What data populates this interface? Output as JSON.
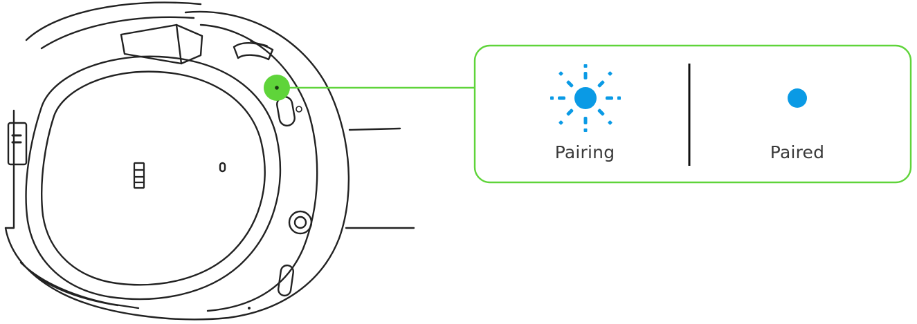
{
  "colors": {
    "line_art": "#222222",
    "highlight_green": "#5fd43a",
    "callout_border": "#5fd43a",
    "led_blue": "#0a9ae5"
  },
  "headset": {
    "icon": "headset-earcup-line-art",
    "highlight": "led-indicator"
  },
  "callout": {
    "states": [
      {
        "label": "Pairing",
        "icon": "blinking-blue-led-icon"
      },
      {
        "label": "Paired",
        "icon": "solid-blue-led-icon"
      }
    ]
  }
}
